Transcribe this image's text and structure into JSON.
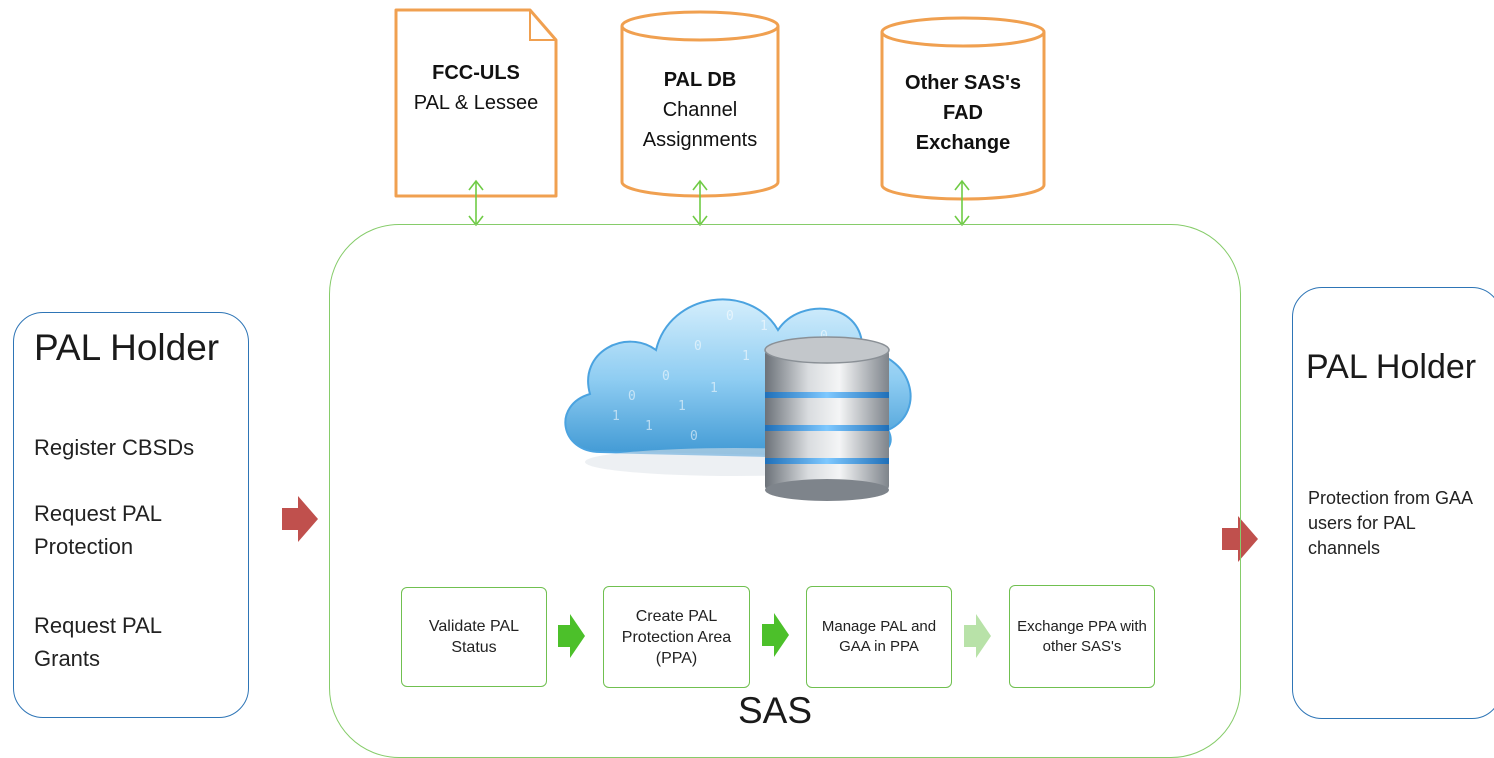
{
  "data_sources": [
    {
      "title": "FCC-ULS",
      "subtitle": "PAL & Lessee",
      "shape": "document",
      "bold_all": false
    },
    {
      "title": "PAL DB",
      "subtitle": "Channel Assignments",
      "shape": "cylinder",
      "bold_all": false
    },
    {
      "title": "Other SAS's",
      "subtitle": "FAD Exchange",
      "shape": "cylinder",
      "bold_all": true
    }
  ],
  "left_holder": {
    "title": "PAL Holder",
    "items": [
      "Register CBSDs",
      "Request PAL Protection",
      "Request PAL Grants"
    ]
  },
  "right_holder": {
    "title": "PAL Holder",
    "description": "Protection from GAA users for PAL channels"
  },
  "sas": {
    "label": "SAS",
    "steps": [
      "Validate PAL Status",
      "Create PAL Protection Area (PPA)",
      "Manage PAL and GAA in PPA",
      "Exchange PPA with other SAS's"
    ]
  },
  "colors": {
    "orange": "#f0a050",
    "green_arrow": "#4cc02a",
    "green_arrow_light": "#b8e2a8",
    "red_arrow": "#c0504d",
    "blue_border": "#2e75b6",
    "green_border": "#70c050"
  },
  "icons": [
    "cloud-database-icon"
  ]
}
